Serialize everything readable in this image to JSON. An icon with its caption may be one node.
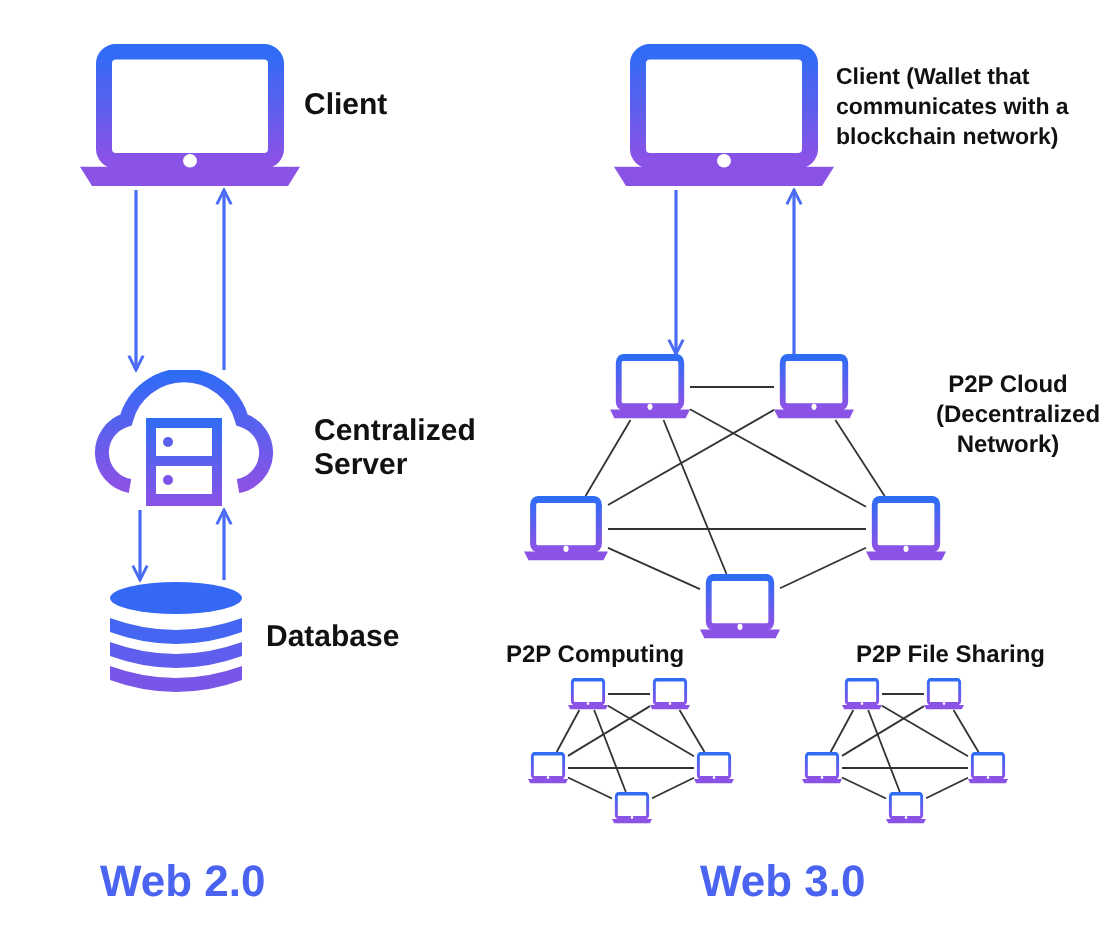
{
  "diagram": {
    "nodes": [
      {
        "text": [
          "Client"
        ]
      },
      {
        "text": [
          "Centralized Server"
        ]
      },
      {
        "text": [
          "Database"
        ]
      },
      {
        "text": [
          "Client (Wallet that communicates with a blockchain network)"
        ]
      },
      {
        "text": [],
        "shape": "computer"
      },
      {
        "text": [],
        "shape": "computer"
      },
      {
        "text": [],
        "shape": "computer"
      },
      {
        "text": [],
        "shape": "computer"
      },
      {
        "text": [],
        "shape": "computer"
      },
      {
        "text": [],
        "shape": "computer"
      },
      {
        "text": [],
        "shape": "computer"
      },
      {
        "text": [],
        "shape": "computer"
      },
      {
        "text": [],
        "shape": "computer"
      },
      {
        "text": [],
        "shape": "computer"
      },
      {
        "text": [],
        "shape": "computer"
      },
      {
        "text": [],
        "shape": "computer"
      },
      {
        "text": [],
        "shape": "computer"
      },
      {
        "text": [],
        "shape": "computer"
      },
      {
        "text": [],
        "shape": "computer"
      }
    ],
    "edges": [
      {
        "from": 0,
        "to": 1,
        "arrow": "to",
        "color": "#4a6cf5"
      },
      {
        "from": 1,
        "to": 0,
        "arrow": "to",
        "color": "#4a6cf5"
      },
      {
        "from": 1,
        "to": 2,
        "arrow": "to",
        "color": "#4a6cf5"
      },
      {
        "from": 2,
        "to": 1,
        "arrow": "to",
        "color": "#4a6cf5"
      },
      {
        "from": 3,
        "to": 4,
        "arrow": "to",
        "color": "#4a6cf5"
      },
      {
        "from": 5,
        "to": 3,
        "arrow": "to",
        "color": "#4a6cf5"
      },
      {
        "from": 4,
        "to": 5,
        "arrow": "none"
      },
      {
        "from": 4,
        "to": 6,
        "arrow": "none"
      },
      {
        "from": 4,
        "to": 8,
        "arrow": "none"
      },
      {
        "from": 4,
        "to": 7,
        "arrow": "none"
      },
      {
        "from": 5,
        "to": 6,
        "arrow": "none"
      },
      {
        "from": 5,
        "to": 7,
        "arrow": "none"
      },
      {
        "from": 6,
        "to": 7,
        "arrow": "none"
      },
      {
        "from": 6,
        "to": 8,
        "arrow": "none"
      },
      {
        "from": 8,
        "to": 7,
        "arrow": "none"
      },
      {
        "from": 9,
        "to": 10,
        "arrow": "none"
      },
      {
        "from": 9,
        "to": 11,
        "arrow": "none"
      },
      {
        "from": 9,
        "to": 13,
        "arrow": "none"
      },
      {
        "from": 9,
        "to": 12,
        "arrow": "none"
      },
      {
        "from": 10,
        "to": 11,
        "arrow": "none"
      },
      {
        "from": 10,
        "to": 12,
        "arrow": "none"
      },
      {
        "from": 11,
        "to": 12,
        "arrow": "none"
      },
      {
        "from": 11,
        "to": 13,
        "arrow": "none"
      },
      {
        "from": 13,
        "to": 12,
        "arrow": "none"
      },
      {
        "from": 14,
        "to": 15,
        "arrow": "none"
      },
      {
        "from": 14,
        "to": 16,
        "arrow": "none"
      },
      {
        "from": 14,
        "to": 18,
        "arrow": "none"
      },
      {
        "from": 14,
        "to": 17,
        "arrow": "none"
      },
      {
        "from": 15,
        "to": 16,
        "arrow": "none"
      },
      {
        "from": 15,
        "to": 17,
        "arrow": "none"
      },
      {
        "from": 16,
        "to": 17,
        "arrow": "none"
      },
      {
        "from": 16,
        "to": 18,
        "arrow": "none"
      },
      {
        "from": 18,
        "to": 17,
        "arrow": "none"
      }
    ],
    "labels": [
      "P2P Cloud (Decentralized Network)",
      "P2P Computing",
      "P2P File Sharing",
      "Web 2.0",
      "Web 3.0"
    ]
  }
}
